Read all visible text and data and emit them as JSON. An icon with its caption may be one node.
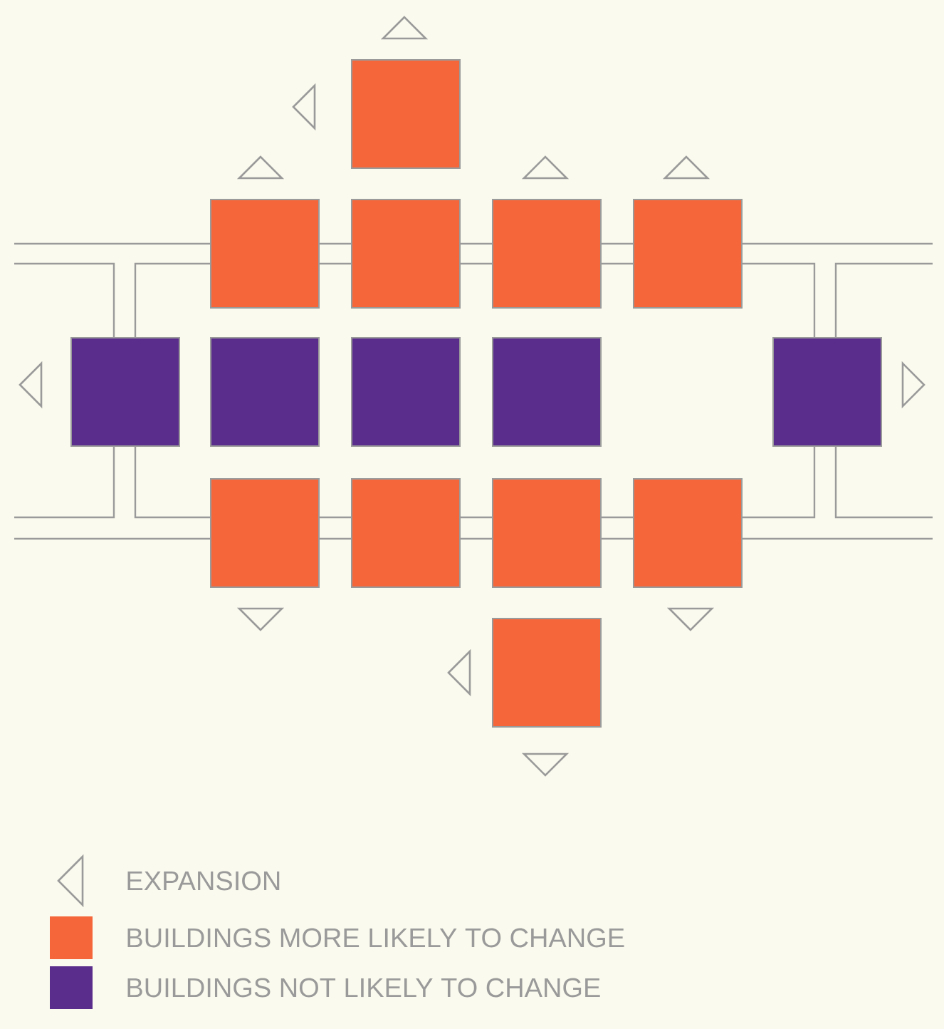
{
  "diagram": {
    "legend": [
      {
        "text": "EXPANSION"
      },
      {
        "text": "BUILDINGS MORE LIKELY TO CHANGE",
        "color": "#f5673a"
      },
      {
        "text": "BUILDINGS NOT LIKELY TO CHANGE",
        "color": "#5a2d8c"
      }
    ]
  }
}
